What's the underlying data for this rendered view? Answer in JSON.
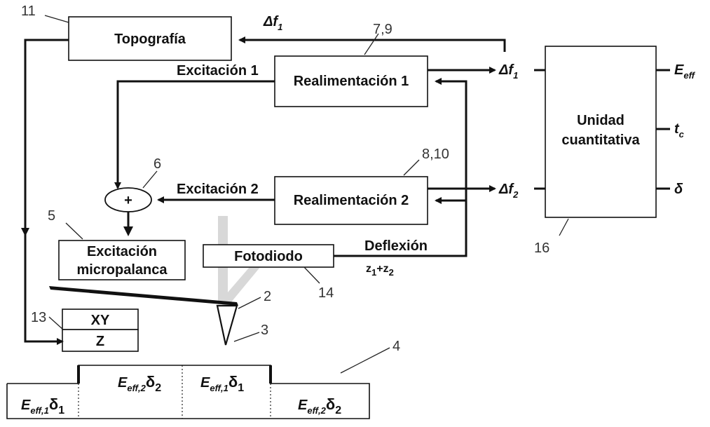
{
  "blocks": {
    "topografia": "Topografía",
    "realimentacion1": "Realimentación 1",
    "realimentacion2": "Realimentación 2",
    "unidad_line1": "Unidad",
    "unidad_line2": "cuantitativa",
    "excitacion_line1": "Excitación",
    "excitacion_line2": "micropalanca",
    "fotodiodo": "Fotodiodo",
    "xy": "XY",
    "z": "Z",
    "summer": "+"
  },
  "labels": {
    "excitacion1": "Excitación 1",
    "excitacion2": "Excitación 2",
    "deflexion": "Deflexión",
    "z_sum": {
      "a": "z",
      "a_sub": "1",
      "plus": "+",
      "b": "z",
      "b_sub": "2"
    },
    "delta_f1_top": {
      "main": "Δf",
      "sub": "1"
    },
    "delta_f1": {
      "main": "Δf",
      "sub": "1"
    },
    "delta_f2": {
      "main": "Δf",
      "sub": "2"
    },
    "e_eff": {
      "main": "E",
      "sub": "eff"
    },
    "t_c": {
      "main": "t",
      "sub": "c"
    },
    "delta": "δ"
  },
  "numbers": {
    "n11": "11",
    "n79": "7,9",
    "n810": "8,10",
    "n6": "6",
    "n5": "5",
    "n14": "14",
    "n2": "2",
    "n3": "3",
    "n13": "13",
    "n4": "4",
    "n16": "16"
  },
  "sample": {
    "region1": {
      "e": "E",
      "sub": "eff,1",
      "d": "δ",
      "dsub": "1"
    },
    "region2": {
      "e": "E",
      "sub": "eff,2",
      "d": "δ",
      "dsub": "2"
    },
    "region3": {
      "e": "E",
      "sub": "eff,1",
      "d": "δ",
      "dsub": "1"
    },
    "region4": {
      "e": "E",
      "sub": "eff,2",
      "d": "δ",
      "dsub": "2"
    }
  }
}
